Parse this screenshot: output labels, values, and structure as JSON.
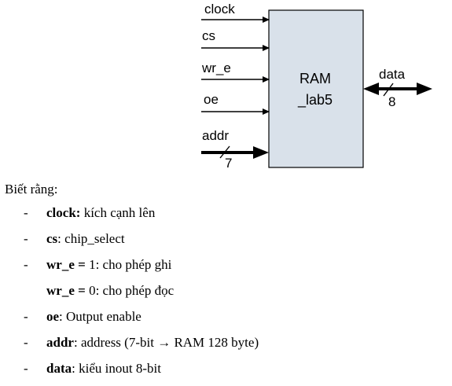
{
  "diagram": {
    "block": {
      "line1": "RAM",
      "line2": "_lab5"
    },
    "inputs": {
      "clock": "clock",
      "cs": "cs",
      "wr_e": "wr_e",
      "oe": "oe",
      "addr": "addr",
      "addr_width": "7"
    },
    "bidir": {
      "data": "data",
      "data_width": "8"
    }
  },
  "notes": {
    "intro": "Biết rằng:",
    "items": [
      {
        "bullet": "-",
        "key": "clock:",
        "text": " kích cạnh lên"
      },
      {
        "bullet": "-",
        "key": "cs",
        "text": ": chip_select"
      },
      {
        "bullet": "-",
        "key": "wr_e =",
        "text": " 1: cho phép ghi"
      },
      {
        "bullet": "",
        "key": "wr_e =",
        "text": " 0: cho phép đọc"
      },
      {
        "bullet": "-",
        "key": "oe",
        "text": ": Output enable"
      },
      {
        "bullet": "-",
        "key": "addr",
        "text": ": address (7-bit → RAM 128 byte)"
      },
      {
        "bullet": "-",
        "key": "data",
        "text": ": kiểu inout 8-bit"
      }
    ]
  }
}
